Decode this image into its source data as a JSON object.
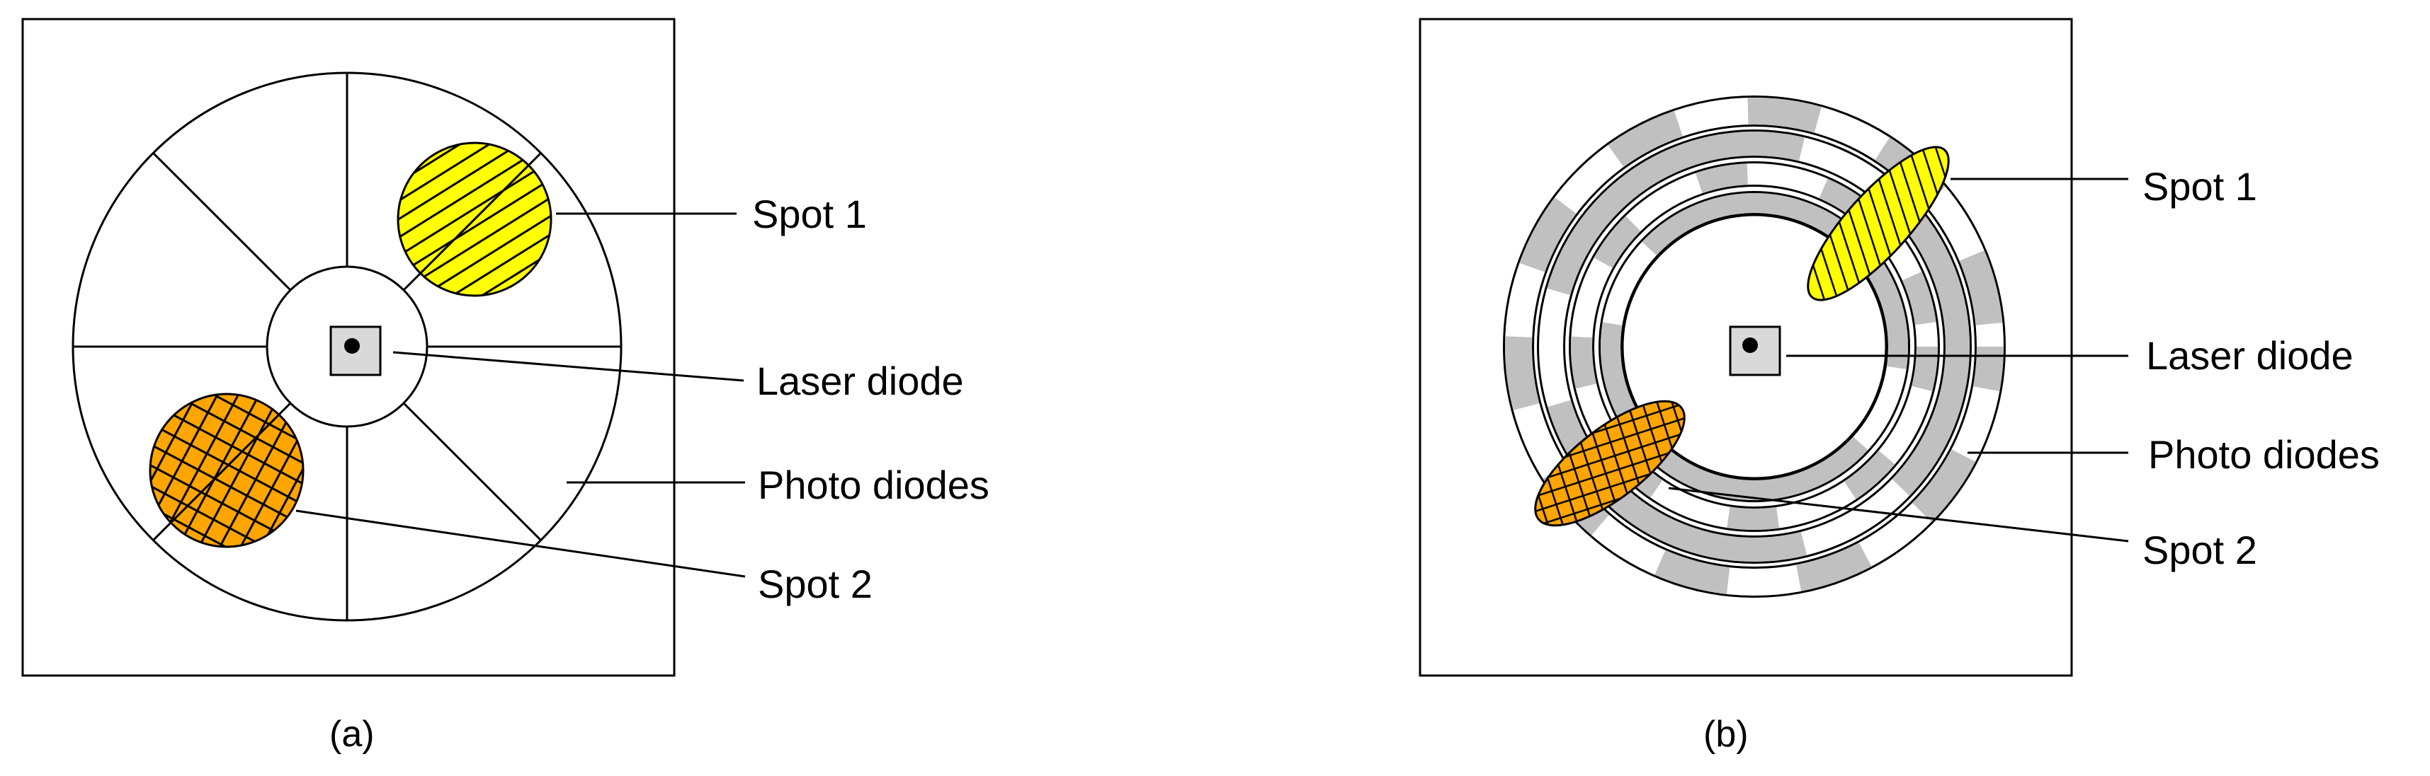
{
  "panel_a": {
    "caption": "(a)",
    "labels": {
      "spot1": "Spot 1",
      "laser": "Laser diode",
      "photo": "Photo diodes",
      "spot2": "Spot 2"
    }
  },
  "panel_b": {
    "caption": "(b)",
    "labels": {
      "spot1": "Spot 1",
      "laser": "Laser diode",
      "photo": "Photo diodes",
      "spot2": "Spot 2"
    }
  },
  "colors": {
    "spot1_fill": "#ffff00",
    "spot2_fill": "#ffa500",
    "ring_gray": "#c0c0c0",
    "laser_fill": "#d9d9d9",
    "stroke": "#000000"
  }
}
